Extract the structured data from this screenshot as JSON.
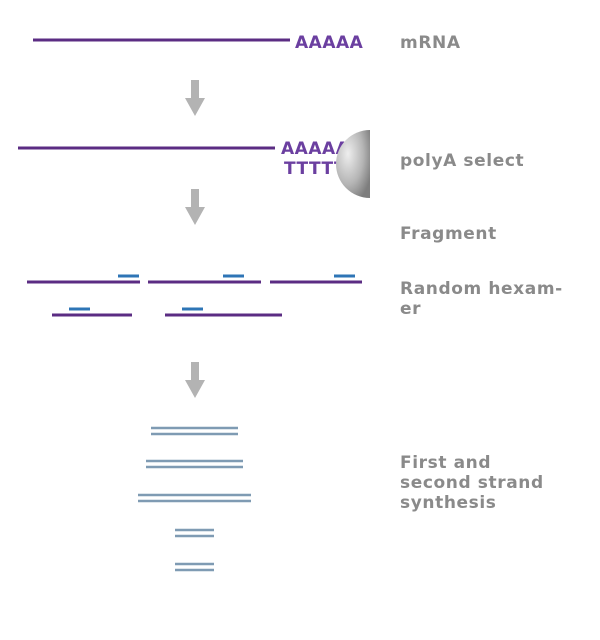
{
  "steps": {
    "mrna": "mRNA",
    "polya_select": "polyA select",
    "fragment": "Fragment",
    "random_hexamer_line1": "Random hexam-",
    "random_hexamer_line2": "er",
    "synthesis_line1": "First and",
    "synthesis_line2": "second strand",
    "synthesis_line3": "synthesis"
  },
  "sequences": {
    "poly_a": "AAAAA",
    "poly_t": "TTTTT"
  },
  "colors": {
    "mrna_strand": "#5b2c83",
    "poly_text": "#6b3fa0",
    "hexamer": "#2e75b6",
    "cdna": "#7f9bb3",
    "arrow": "#b3b3b3",
    "label": "#8a8a8a"
  }
}
